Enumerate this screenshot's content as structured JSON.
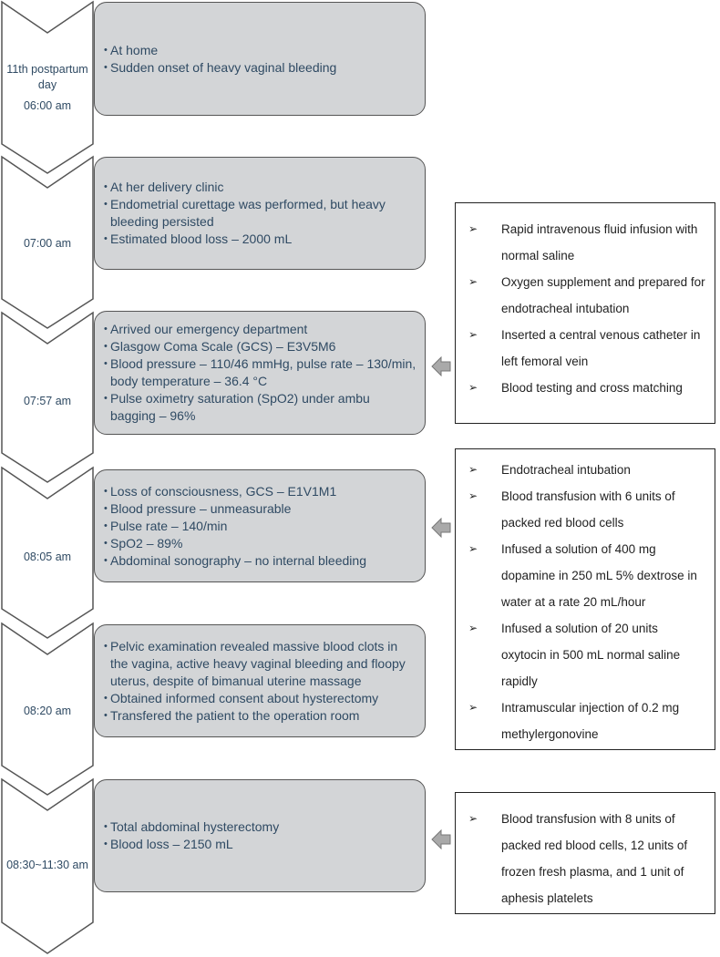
{
  "timeline": [
    {
      "time_lines": [
        "11th postpartum",
        "day",
        "06:00 am"
      ],
      "items": [
        "At home",
        "Sudden onset of heavy vaginal bleeding"
      ]
    },
    {
      "time_lines": [
        "07:00 am"
      ],
      "items": [
        "At her delivery clinic",
        "Endometrial curettage was performed, but heavy bleeding persisted",
        "Estimated blood loss – 2000 mL"
      ]
    },
    {
      "time_lines": [
        "07:57 am"
      ],
      "items": [
        "Arrived our emergency department",
        "Glasgow Coma Scale (GCS) – E3V5M6",
        "Blood pressure – 110/46 mmHg, pulse rate – 130/min, body temperature – 36.4 °C",
        "Pulse oximetry saturation (SpO2) under ambu bagging – 96%"
      ]
    },
    {
      "time_lines": [
        "08:05 am"
      ],
      "items": [
        "Loss of consciousness, GCS – E1V1M1",
        "Blood pressure – unmeasurable",
        "Pulse rate – 140/min",
        "SpO2 – 89%",
        "Abdominal sonography – no internal bleeding"
      ]
    },
    {
      "time_lines": [
        "08:20 am"
      ],
      "items": [
        "Pelvic examination revealed  massive blood clots in the vagina, active heavy vaginal bleeding and floopy uterus, despite of bimanual uterine massage",
        "Obtained informed consent about hysterectomy",
        "Transfered the patient to the operation room"
      ]
    },
    {
      "time_lines": [
        "08:30~11:30 am"
      ],
      "items": [
        "Total abdominal hysterectomy",
        "Blood loss – 2150 mL"
      ]
    }
  ],
  "interventions": [
    {
      "items": [
        "Rapid intravenous fluid infusion with normal saline",
        "Oxygen supplement and prepared for endotracheal intubation",
        "Inserted a central venous catheter in left femoral vein",
        "Blood testing and cross matching"
      ]
    },
    {
      "items": [
        "Endotracheal intubation",
        "Blood transfusion with 6 units of packed red blood cells",
        "Infused a solution of 400 mg dopamine in 250 mL 5% dextrose in water at a rate 20 mL/hour",
        "Infused a solution of 20 units oxytocin in 500 mL normal saline rapidly",
        "Intramuscular injection of 0.2 mg methylergonovine"
      ]
    },
    {
      "items": [
        "Blood transfusion with 8 units of packed red blood cells, 12 units of frozen fresh plasma, and 1 unit of aphesis platelets"
      ]
    }
  ],
  "colors": {
    "box_fill": "#d3d5d7",
    "box_border": "#555555",
    "text": "#2f4a63",
    "arrow_fill": "#a9a9a9"
  }
}
